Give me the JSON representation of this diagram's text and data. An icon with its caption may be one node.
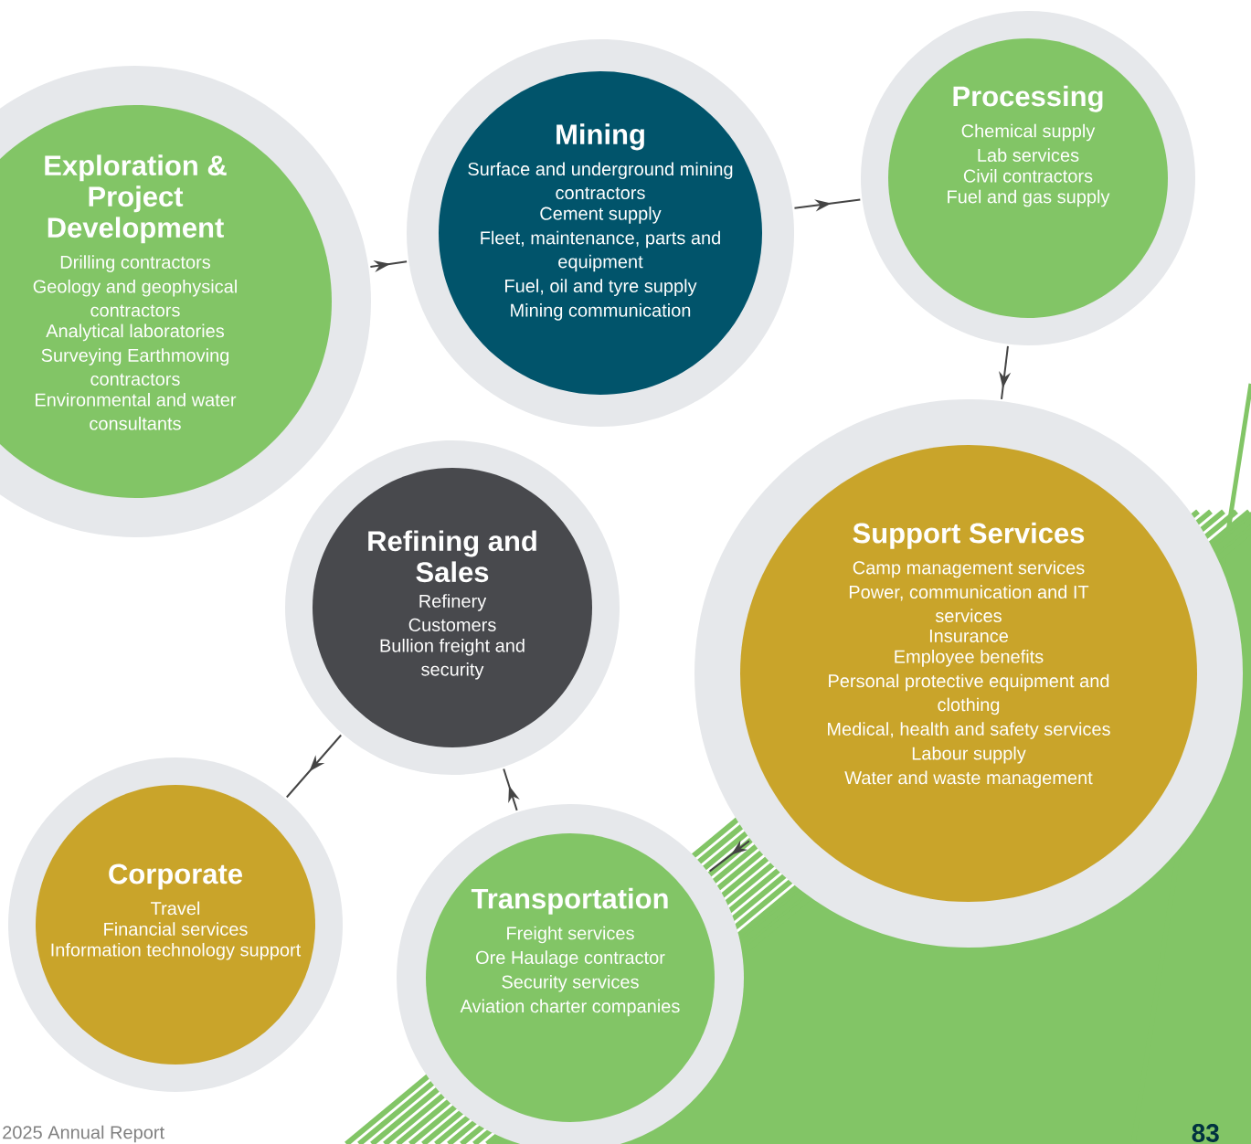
{
  "diagram": {
    "nodes": [
      {
        "text": [
          "Exploration & Project Development",
          "Drilling contractors",
          "Geology and geophysical contractors",
          "Analytical laboratories",
          "Surveying Earthmoving contractors",
          "Environmental and water consultants"
        ]
      },
      {
        "text": [
          "Mining",
          "Surface and underground mining contractors",
          "Cement supply",
          "Fleet, maintenance, parts and equipment",
          "Fuel, oil and tyre supply",
          "Mining communication"
        ]
      },
      {
        "text": [
          "Processing",
          "Chemical supply",
          "Lab services",
          "Civil contractors",
          "Fuel and gas supply"
        ]
      },
      {
        "text": [
          "Support Services",
          "Camp management services",
          "Power, communication and IT services",
          "Insurance",
          "Employee benefits",
          "Personal protective equipment and clothing",
          "Medical, health and safety services",
          "Labour supply",
          "Water and waste management"
        ]
      },
      {
        "text": [
          "Refining and Sales",
          "Refinery",
          "Customers",
          "Bullion freight and security"
        ]
      },
      {
        "text": [
          "Corporate",
          "Travel",
          "Financial services",
          "Information technology support"
        ]
      },
      {
        "text": [
          "Transportation",
          "Freight services",
          "Ore Haulage contractor",
          "Security services",
          "Aviation charter companies"
        ]
      }
    ],
    "edges": [
      {
        "from": 0,
        "to": 1,
        "arrow": "to"
      },
      {
        "from": 1,
        "to": 2,
        "arrow": "to"
      },
      {
        "from": 2,
        "to": 3,
        "arrow": "to"
      },
      {
        "from": 3,
        "to": 6,
        "arrow": "to"
      },
      {
        "from": 6,
        "to": 4,
        "arrow": "to"
      },
      {
        "from": 4,
        "to": 5,
        "arrow": "to"
      }
    ],
    "labels": [
      "2025 Annual Report",
      "83"
    ]
  }
}
